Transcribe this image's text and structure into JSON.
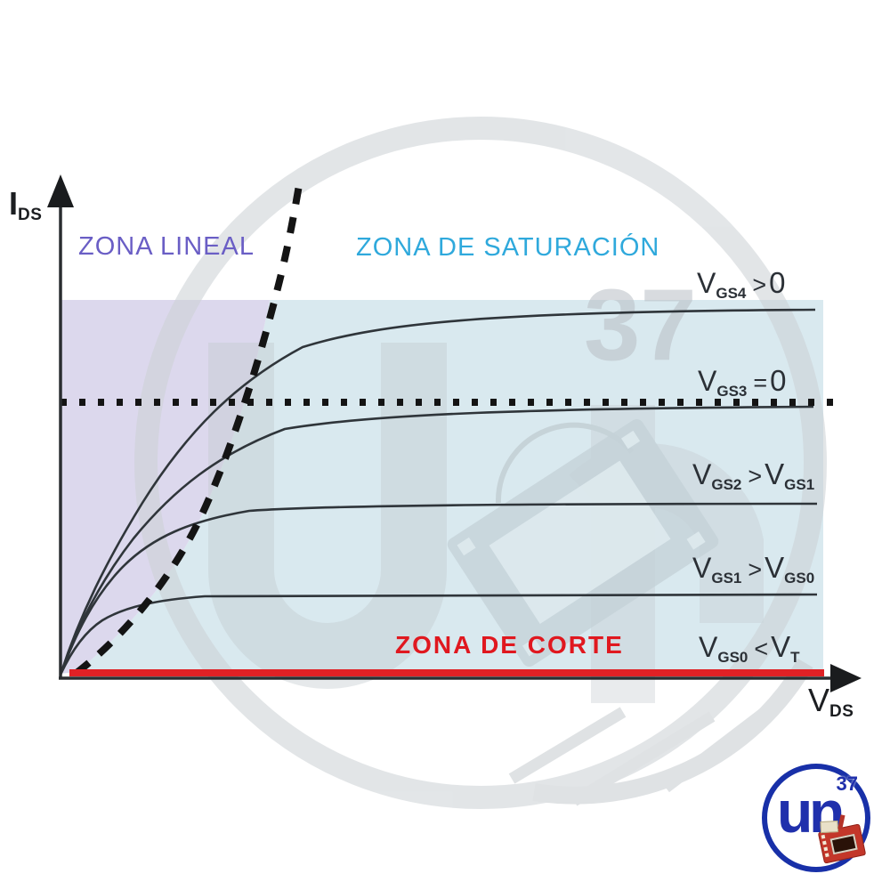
{
  "axes": {
    "y_label": "I",
    "y_label_sub": "DS",
    "x_label": "V",
    "x_label_sub": "DS"
  },
  "zones": {
    "linear": "ZONA LINEAL",
    "saturation": "ZONA DE SATURACIÓN",
    "cutoff": "ZONA DE CORTE"
  },
  "curve_labels": [
    {
      "v": "V",
      "v_sub": "GS4",
      "op": ">",
      "rhs": "0",
      "rhs_sub": ""
    },
    {
      "v": "V",
      "v_sub": "GS3",
      "op": "=",
      "rhs": "0",
      "rhs_sub": ""
    },
    {
      "v": "V",
      "v_sub": "GS2",
      "op": ">",
      "rhs": "V",
      "rhs_sub": "GS1"
    },
    {
      "v": "V",
      "v_sub": "GS1",
      "op": ">",
      "rhs": "V",
      "rhs_sub": "GS0"
    },
    {
      "v": "V",
      "v_sub": "GS0",
      "op": "<",
      "rhs": "V",
      "rhs_sub": "T"
    }
  ],
  "watermark": {
    "number": "37"
  },
  "logo": {
    "letter_u": "u",
    "letter_n": "n",
    "number": "37"
  },
  "colors": {
    "linear_region_fill": "#dcd8ed",
    "saturation_region_fill": "#d9e9ef",
    "linear_text": "#6a5ec5",
    "saturation_text": "#2fa9dc",
    "cutoff_text": "#e0181f",
    "cutoff_line": "#e02125",
    "curve_stroke": "#2f353a",
    "boundary_dash": "#141414",
    "logo_blue": "#1830a8",
    "logo_pcb_red": "#c3372a"
  },
  "chart_data": {
    "type": "line",
    "title": "",
    "xlabel": "V_DS",
    "ylabel": "I_DS",
    "x_axis_ticks": [],
    "y_axis_ticks": [],
    "grid": false,
    "legend_position": "right-of-each-curve",
    "series": [
      {
        "name": "V_GS4 > 0",
        "style": "solid",
        "saturation_level_relative": 1.0,
        "note": "highest output curve, flattens in saturation region"
      },
      {
        "name": "V_GS3 = 0",
        "style": "solid",
        "saturation_level_relative": 0.73,
        "note": "saturation level marked by horizontal dotted line across plot"
      },
      {
        "name": "V_GS2 > V_GS1",
        "style": "solid",
        "saturation_level_relative": 0.47,
        "note": ""
      },
      {
        "name": "V_GS1 > V_GS0",
        "style": "solid",
        "saturation_level_relative": 0.22,
        "note": ""
      },
      {
        "name": "V_GS0 < V_T",
        "style": "solid-red",
        "saturation_level_relative": 0.0,
        "note": "zero current: red line along the V_DS axis (cutoff)"
      }
    ],
    "boundary": {
      "style": "thick dashed black parabola from origin",
      "meaning": "separates ZONA LINEAL (triode) from ZONA DE SATURACIÓN"
    },
    "regions": [
      {
        "label": "ZONA LINEAL",
        "fill": "#dcd8ed",
        "location": "left of dashed parabola"
      },
      {
        "label": "ZONA DE SATURACIÓN",
        "fill": "#d9e9ef",
        "location": "right of dashed parabola"
      },
      {
        "label": "ZONA DE CORTE",
        "fill": "none",
        "location": "along x-axis, red line"
      }
    ]
  }
}
